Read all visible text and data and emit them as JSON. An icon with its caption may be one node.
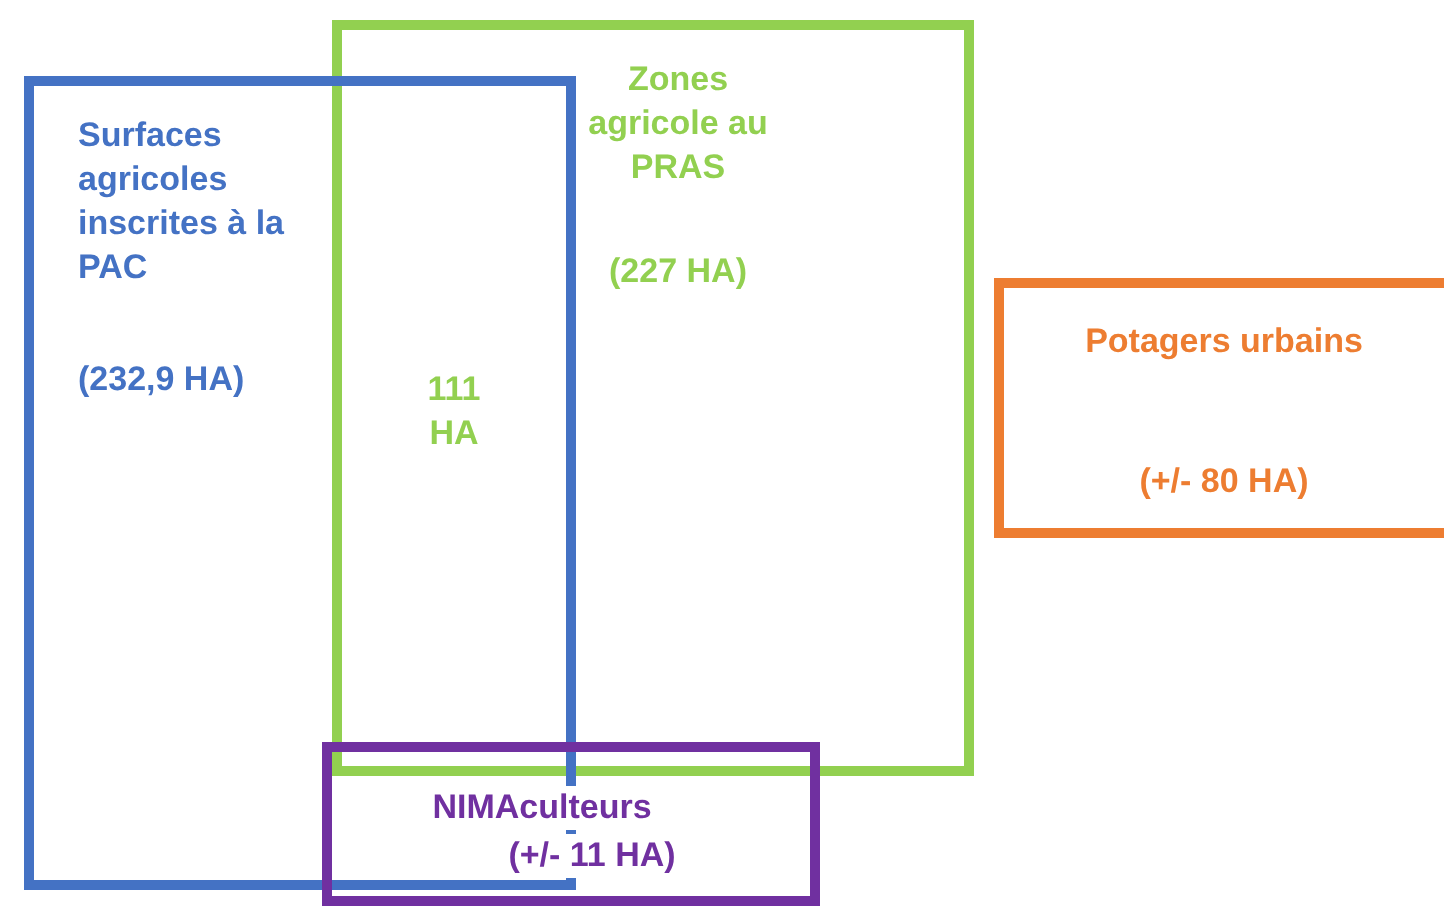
{
  "diagram": {
    "nodes": [
      {
        "text": [
          "Zones agricole au PRAS",
          "(227 HA)"
        ]
      },
      {
        "text": [
          "Surfaces agricoles inscrites à la PAC",
          "(232,9 HA)"
        ]
      },
      {
        "text": [
          "Potagers urbains",
          "(+/- 80 HA)"
        ]
      },
      {
        "text": [
          "NIMAculteurs",
          "(+/- 11 HA)"
        ]
      }
    ],
    "labels": [
      "111 HA"
    ]
  }
}
